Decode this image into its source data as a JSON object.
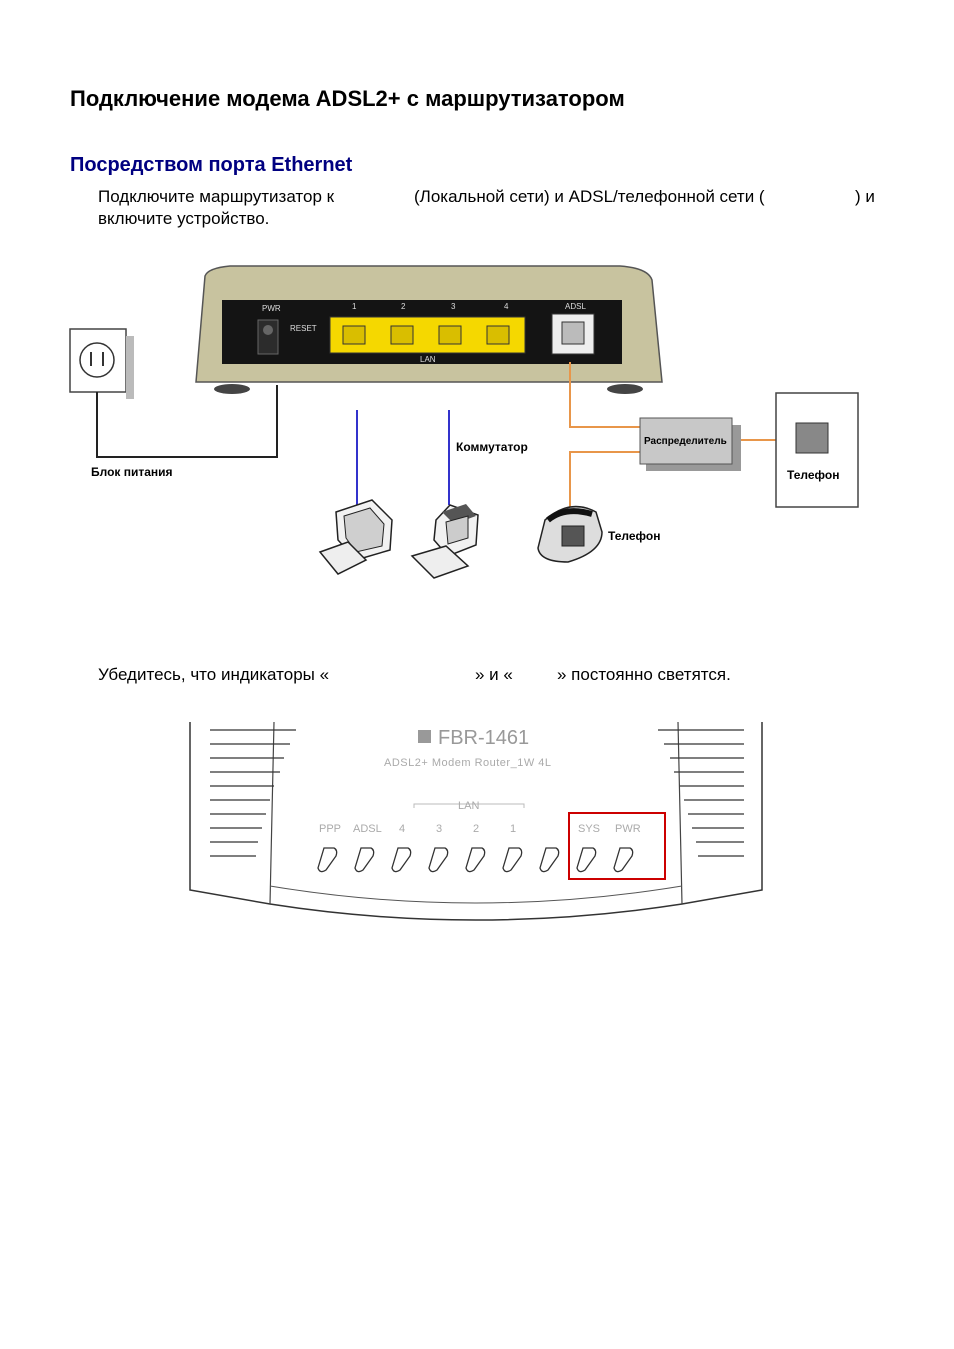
{
  "title": "Подключение модема ADSL2+ с маршрутизатором",
  "section": {
    "heading": "Посредством порта Ethernet"
  },
  "intro": {
    "part1": "Подключите маршрутизатор к",
    "part2": "(Локальной сети) и ADSL/телефонной сети (",
    "part3": ") и",
    "line2": "включите устройство."
  },
  "diagram1": {
    "router_labels": {
      "pwr": "PWR",
      "reset": "RESET",
      "lan": "LAN",
      "adsl": "ADSL",
      "port1": "1",
      "port2": "2",
      "port3": "3",
      "port4": "4"
    },
    "power_supply": "Блок питания",
    "switch": "Коммутатор",
    "splitter": "Распределитель",
    "phone_wall": "Телефон",
    "phone": "Телефон",
    "colors": {
      "lan_cable": "#3333cc",
      "phone_cable": "#e8964a",
      "port": "#f5d800"
    }
  },
  "check": {
    "part1": "Убедитесь, что индикаторы «",
    "part2": "» и «",
    "part3": "» постоянно светятся."
  },
  "diagram2": {
    "model": "FBR-1461",
    "subtitle": "ADSL2+ Modem Router_1W 4L",
    "lan_group": "LAN",
    "leds": [
      "PPP",
      "ADSL",
      "4",
      "3",
      "2",
      "1",
      "",
      "SYS",
      "PWR"
    ],
    "highlight_color": "#cc0000"
  }
}
